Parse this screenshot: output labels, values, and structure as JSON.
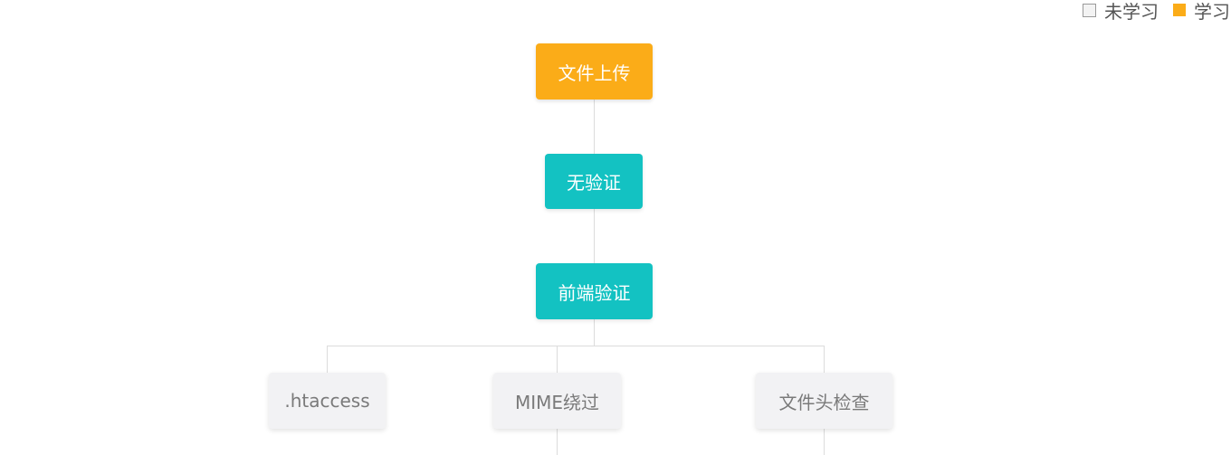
{
  "legend": {
    "unlearned_label": "未学习",
    "learned_label": "学习"
  },
  "nodes": {
    "root": "文件上传",
    "level1": "无验证",
    "level2": "前端验证",
    "children": [
      ".htaccess",
      "MIME绕过",
      "文件头检查"
    ]
  },
  "colors": {
    "root": "#fbac18",
    "learned": "#13c2c2",
    "unlearned": "#f2f2f4",
    "connector": "#dcdcdc"
  }
}
